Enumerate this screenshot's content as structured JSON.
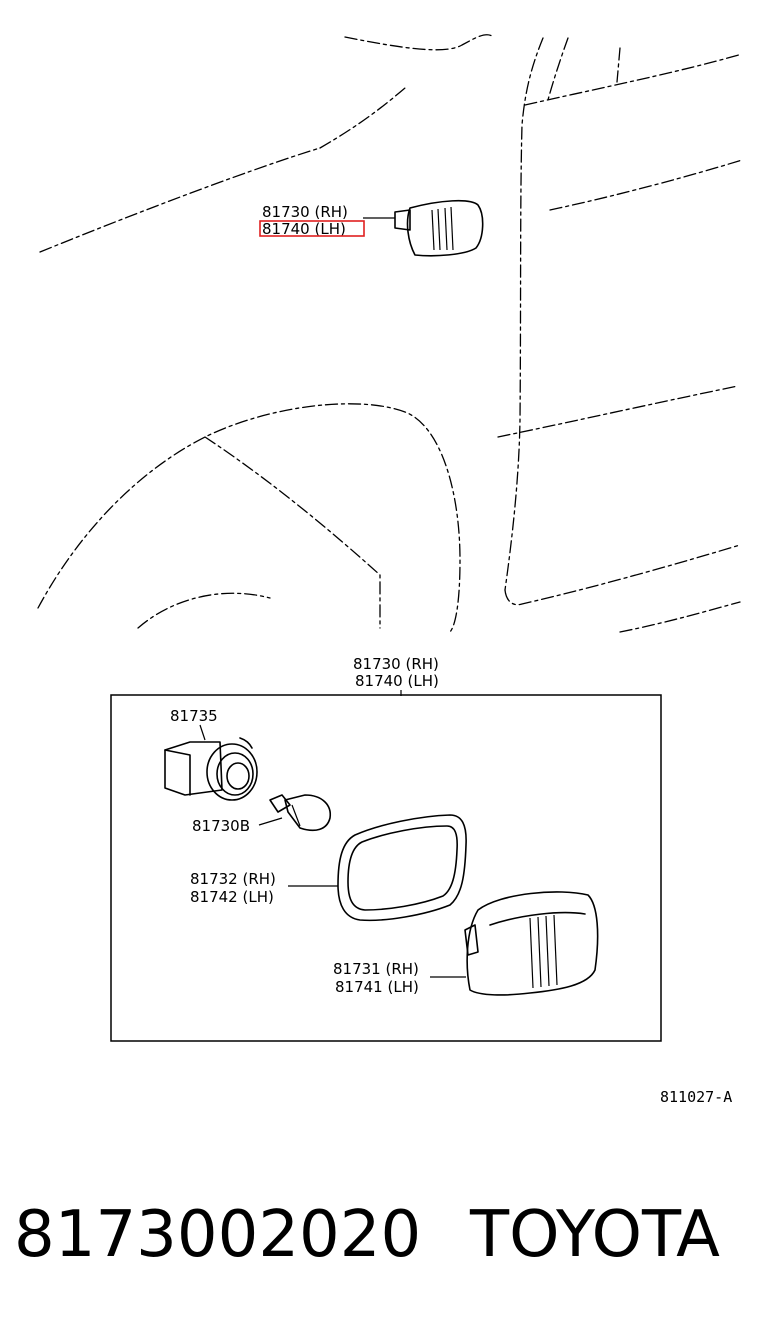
{
  "diagram": {
    "callouts": {
      "assembly_rh_top": "81730 (RH)",
      "assembly_lh_top": "81740 (LH)",
      "assembly_rh": "81730 (RH)",
      "assembly_lh": "81740 (LH)",
      "socket": "81735",
      "bulb": "81730B",
      "gasket_rh": "81732 (RH)",
      "gasket_lh": "81742 (LH)",
      "lens_rh": "81731 (RH)",
      "lens_lh": "81741 (LH)"
    },
    "diagram_code": "811027-A"
  },
  "part_number": "8173002020",
  "brand": "TOYOTA",
  "highlight_color": "#e02020"
}
